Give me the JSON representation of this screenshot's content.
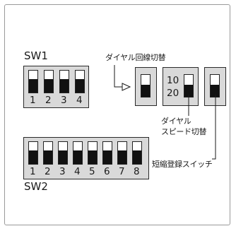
{
  "sw1": {
    "name": "SW1",
    "numbers": [
      "1",
      "2",
      "3",
      "4"
    ]
  },
  "sw2": {
    "name": "SW2",
    "numbers": [
      "1",
      "2",
      "3",
      "4",
      "5",
      "6",
      "7",
      "8"
    ]
  },
  "annotations": {
    "dial_line_switch": "ダイヤル回線切替",
    "dial_speed_line1": "ダイヤル",
    "dial_speed_line2": "スピード切替",
    "speed_10": "10",
    "speed_20": "20",
    "speed_dial_registration": "短縮登録スイッチ"
  }
}
